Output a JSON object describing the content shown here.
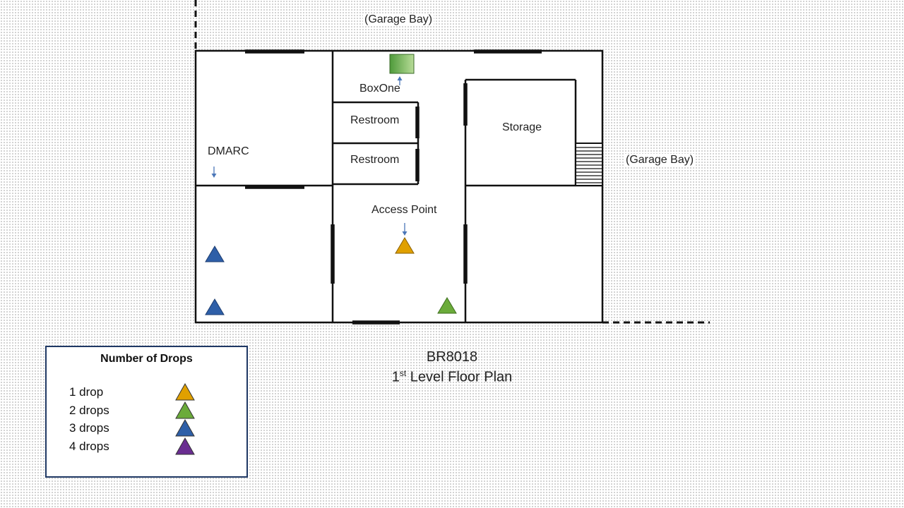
{
  "labels": {
    "garage_bay_top": "(Garage Bay)",
    "garage_bay_right": "(Garage Bay)",
    "boxone": "BoxOne",
    "dmarc": "DMARC",
    "restroom_1": "Restroom",
    "restroom_2": "Restroom",
    "storage": "Storage",
    "access_point": "Access Point"
  },
  "title": {
    "line1": "BR8018",
    "line2_prefix": "1",
    "line2_sup": "st",
    "line2_rest": " Level Floor Plan"
  },
  "legend": {
    "title": "Number of Drops",
    "items": [
      {
        "label": "1 drop",
        "color": "#e0a000"
      },
      {
        "label": "2 drops",
        "color": "#6bab3a"
      },
      {
        "label": "3 drops",
        "color": "#2e5fa8"
      },
      {
        "label": "4 drops",
        "color": "#6a2d91"
      }
    ]
  },
  "markers": [
    {
      "name": "access-point-drop-marker",
      "drops": 1
    },
    {
      "name": "corridor-drop-marker",
      "drops": 2
    },
    {
      "name": "west-room-upper-drop-marker",
      "drops": 3
    },
    {
      "name": "west-room-lower-drop-marker",
      "drops": 3
    }
  ]
}
